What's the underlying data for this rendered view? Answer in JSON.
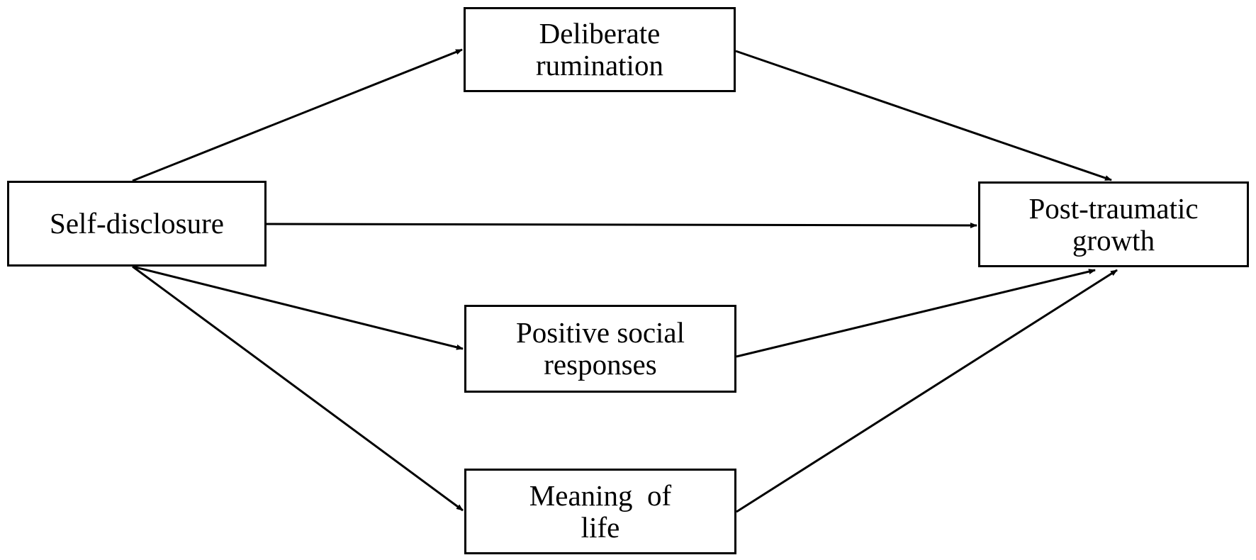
{
  "diagram": {
    "nodes": {
      "self_disclosure": {
        "lines": [
          "Self-disclosure"
        ]
      },
      "deliberate_rumination": {
        "lines": [
          "Deliberate",
          "rumination"
        ]
      },
      "post_traumatic_growth": {
        "lines": [
          "Post-traumatic",
          "growth"
        ]
      },
      "positive_social_responses": {
        "lines": [
          "Positive social",
          "responses"
        ]
      },
      "meaning_of_life": {
        "lines": [
          "Meaning  of",
          "life"
        ]
      }
    },
    "edges": [
      {
        "from": "self_disclosure",
        "to": "deliberate_rumination"
      },
      {
        "from": "self_disclosure",
        "to": "post_traumatic_growth"
      },
      {
        "from": "self_disclosure",
        "to": "positive_social_responses"
      },
      {
        "from": "self_disclosure",
        "to": "meaning_of_life"
      },
      {
        "from": "deliberate_rumination",
        "to": "post_traumatic_growth"
      },
      {
        "from": "positive_social_responses",
        "to": "post_traumatic_growth"
      },
      {
        "from": "meaning_of_life",
        "to": "post_traumatic_growth"
      }
    ],
    "colors": {
      "stroke": "#000000",
      "fill": "#ffffff",
      "text": "#000000"
    }
  }
}
